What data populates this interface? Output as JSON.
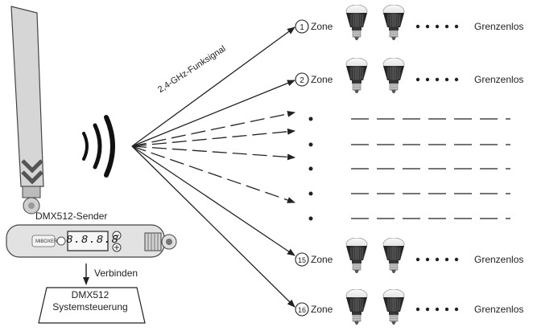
{
  "transmitter": {
    "sender_label": "DMX512-Sender",
    "signal_label": "2,4-GHz-Funksignal",
    "display_text": "8.8.8.8",
    "brand_text": "MiBOXER"
  },
  "connection": {
    "connect_label": "Verbinden",
    "system_line1": "DMX512",
    "system_line2": "Systemsteuerung"
  },
  "zones": [
    {
      "number": "1",
      "label": "Zone",
      "limit": "Grenzenlos"
    },
    {
      "number": "2",
      "label": "Zone",
      "limit": "Grenzenlos"
    },
    {
      "number": "15",
      "label": "Zone",
      "limit": "Grenzenlos"
    },
    {
      "number": "16",
      "label": "Zone",
      "limit": "Grenzenlos"
    }
  ]
}
